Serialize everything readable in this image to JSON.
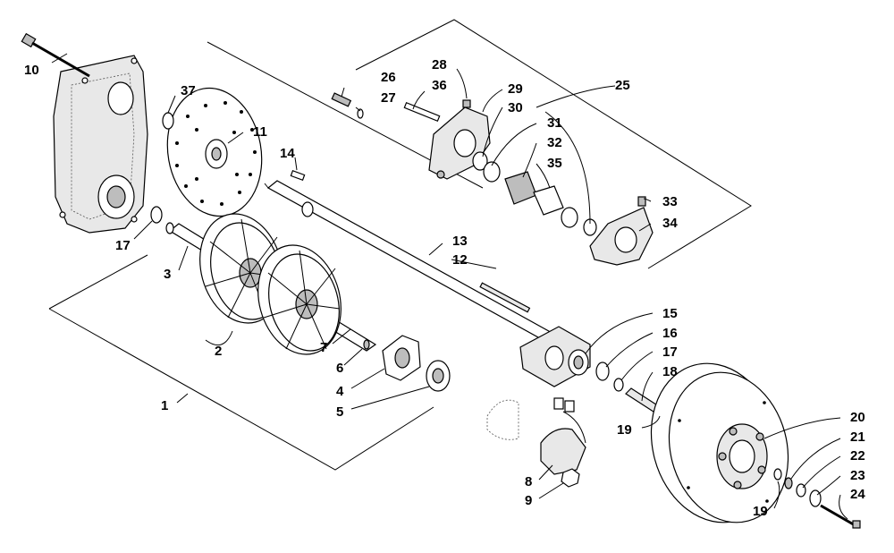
{
  "diagram": {
    "type": "exploded-parts-view",
    "callouts": [
      {
        "id": "c1",
        "text": "1"
      },
      {
        "id": "c2",
        "text": "2"
      },
      {
        "id": "c3",
        "text": "3"
      },
      {
        "id": "c4",
        "text": "4"
      },
      {
        "id": "c5",
        "text": "5"
      },
      {
        "id": "c6",
        "text": "6"
      },
      {
        "id": "c7",
        "text": "7"
      },
      {
        "id": "c8",
        "text": "8"
      },
      {
        "id": "c9",
        "text": "9"
      },
      {
        "id": "c10",
        "text": "10"
      },
      {
        "id": "c11",
        "text": "11"
      },
      {
        "id": "c12",
        "text": "12"
      },
      {
        "id": "c13",
        "text": "13"
      },
      {
        "id": "c14",
        "text": "14"
      },
      {
        "id": "c15",
        "text": "15"
      },
      {
        "id": "c16",
        "text": "16"
      },
      {
        "id": "c17a",
        "text": "17"
      },
      {
        "id": "c17b",
        "text": "17"
      },
      {
        "id": "c18",
        "text": "18"
      },
      {
        "id": "c19a",
        "text": "19"
      },
      {
        "id": "c19b",
        "text": "19"
      },
      {
        "id": "c20",
        "text": "20"
      },
      {
        "id": "c21",
        "text": "21"
      },
      {
        "id": "c22",
        "text": "22"
      },
      {
        "id": "c23",
        "text": "23"
      },
      {
        "id": "c24",
        "text": "24"
      },
      {
        "id": "c25",
        "text": "25"
      },
      {
        "id": "c26",
        "text": "26"
      },
      {
        "id": "c27",
        "text": "27"
      },
      {
        "id": "c28",
        "text": "28"
      },
      {
        "id": "c29",
        "text": "29"
      },
      {
        "id": "c30",
        "text": "30"
      },
      {
        "id": "c31",
        "text": "31"
      },
      {
        "id": "c32",
        "text": "32"
      },
      {
        "id": "c33",
        "text": "33"
      },
      {
        "id": "c34",
        "text": "34"
      },
      {
        "id": "c35",
        "text": "35"
      },
      {
        "id": "c36",
        "text": "36"
      },
      {
        "id": "c37",
        "text": "37"
      }
    ]
  }
}
